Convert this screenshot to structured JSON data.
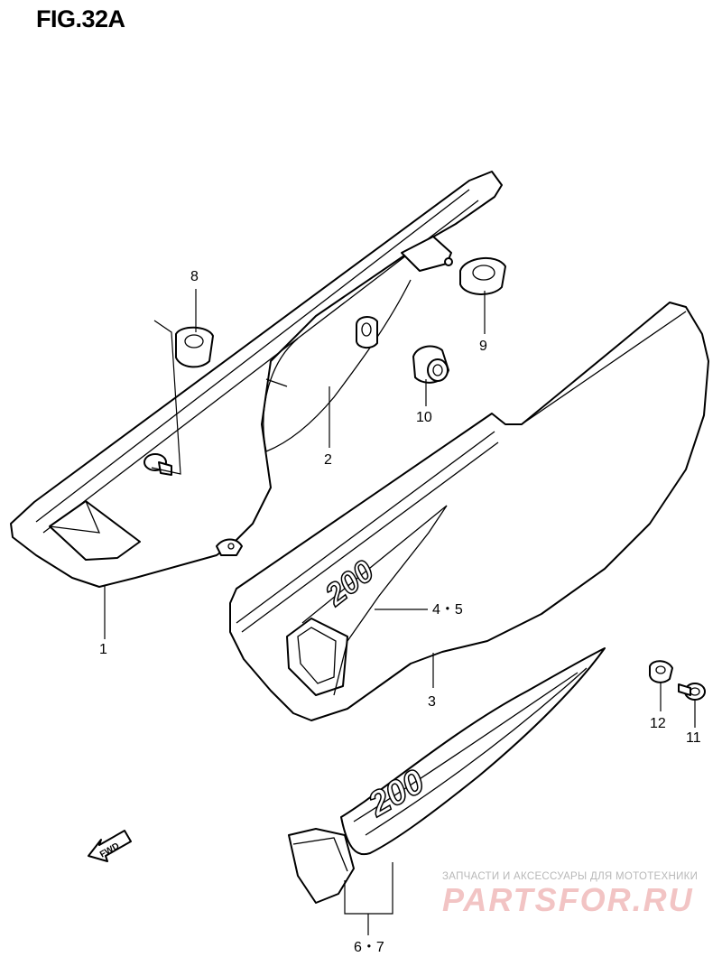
{
  "figure": {
    "title": "FIG.32A"
  },
  "callouts": [
    {
      "id": "1",
      "text": "1"
    },
    {
      "id": "2",
      "text": "2"
    },
    {
      "id": "3",
      "text": "3"
    },
    {
      "id": "4-5",
      "text": "4・5"
    },
    {
      "id": "6-7",
      "text": "6・7"
    },
    {
      "id": "8",
      "text": "8"
    },
    {
      "id": "9",
      "text": "9"
    },
    {
      "id": "10",
      "text": "10"
    },
    {
      "id": "11",
      "text": "11"
    },
    {
      "id": "12",
      "text": "12"
    }
  ],
  "graphics": {
    "decal_model_text": "200",
    "fwd_arrow_text": "FWD"
  },
  "watermark": {
    "line1": "ЗАПЧАСТИ И АКСЕССУАРЫ ДЛЯ МОТОТЕХНИКИ",
    "line2": "PARTSFOR.RU",
    "color": "#e8a0a0"
  }
}
